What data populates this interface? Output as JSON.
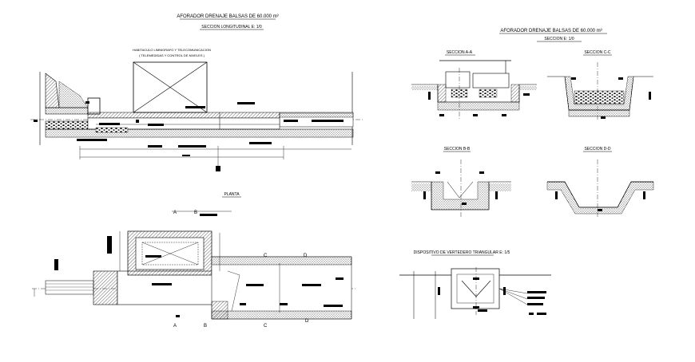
{
  "left_sheet": {
    "title": "AFORADOR DRENAJE BALSAS DE 60.000 m³",
    "subtitle": "SECCION LONGITUDINAL E: 1/0",
    "hut_label_1": "HABITACULO LIMNIGRAFO Y TELECOMUNICACION",
    "hut_label_2": "( TELEMEDIDAS Y CONTROL DE NIVELES )",
    "plan_label": "PLANTA",
    "cut_labels": [
      "A",
      "B",
      "C",
      "D",
      "A",
      "B",
      "C",
      "D"
    ]
  },
  "right_sheet": {
    "title": "AFORADOR DRENAJE BALSAS DE 60.000 m³",
    "subtitle": "SECCION  E: 1/0",
    "section_aa": "SECCION   A-A",
    "section_cc": "SECCION   C-C",
    "section_bb": "SECCION   B-B",
    "section_dd": "SECCION   D-D",
    "weir_title": "DISPOSITIVO DE VERTEDERO  TRIANGULAR  E: 1/5"
  },
  "colors": {
    "ink": "#000000",
    "paper": "#ffffff"
  }
}
